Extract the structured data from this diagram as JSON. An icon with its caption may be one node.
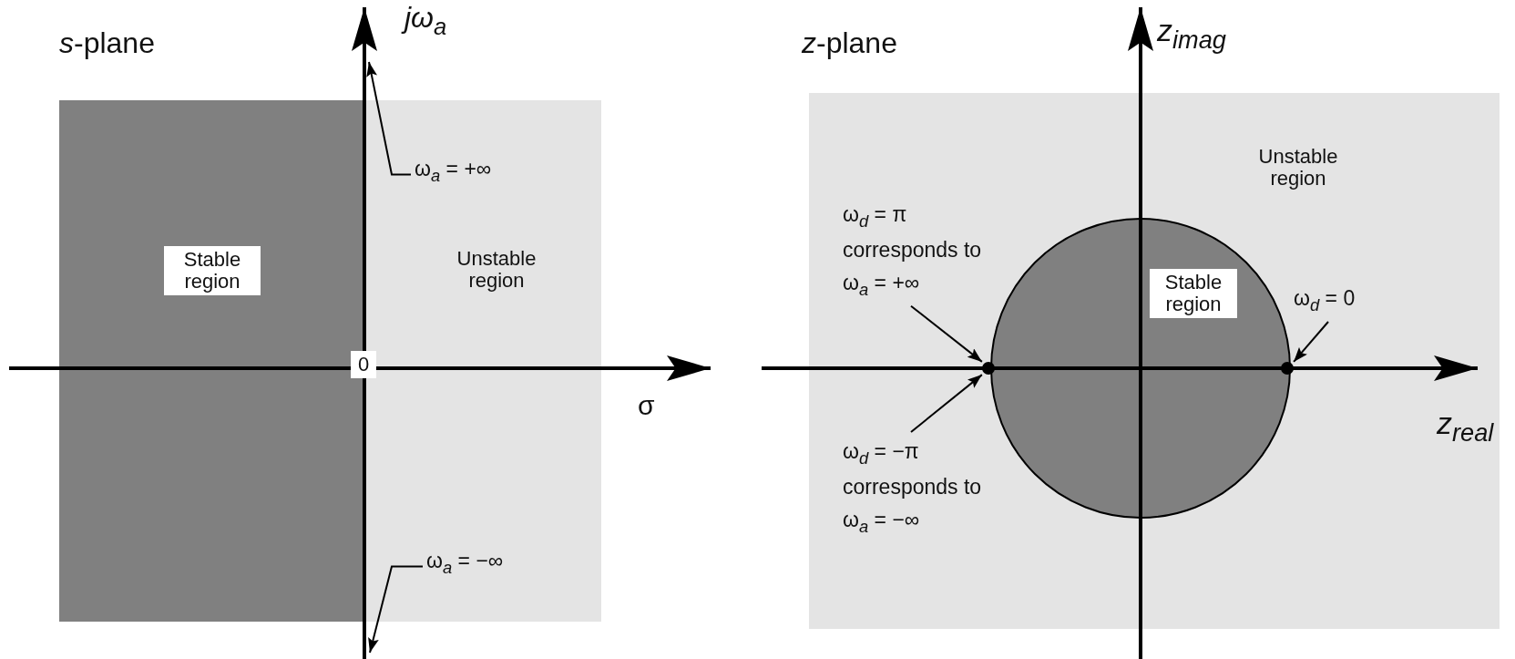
{
  "diagram": {
    "nodes": [
      {
        "text": [
          "ω$_{a}$ = +∞"
        ]
      },
      {
        "text": [
          "ω$_{a}$ = −∞"
        ]
      },
      {
        "text": [
          "ω$_{d}$ = π",
          "corresponds to",
          "ω$_{a}$ = +∞"
        ]
      },
      {
        "text": [],
        "shape": "circle"
      },
      {
        "text": [
          "ω$_{d}$ = −π",
          "corresponds to",
          "ω$_{a}$ = −∞"
        ]
      },
      {
        "text": [
          "ω$_{d}$ = 0"
        ]
      },
      {
        "text": [],
        "shape": "circle"
      }
    ],
    "edges": [
      {
        "from": 0,
        "to": null,
        "arrow": "to"
      },
      {
        "from": 1,
        "to": null,
        "arrow": "to"
      },
      {
        "from": 2,
        "to": 3,
        "arrow": "to"
      },
      {
        "from": 4,
        "to": 3,
        "arrow": "to"
      },
      {
        "from": 5,
        "to": 6,
        "arrow": "to"
      }
    ],
    "labels": [
      "*s*-plane",
      "*jω*$_{a}$",
      "Stable region",
      "Unstable region",
      "0",
      "σ",
      "*z*-plane",
      "*z*$_{imag}$",
      "Unstable region",
      "Stable region",
      "*z*$_{real}$"
    ]
  }
}
